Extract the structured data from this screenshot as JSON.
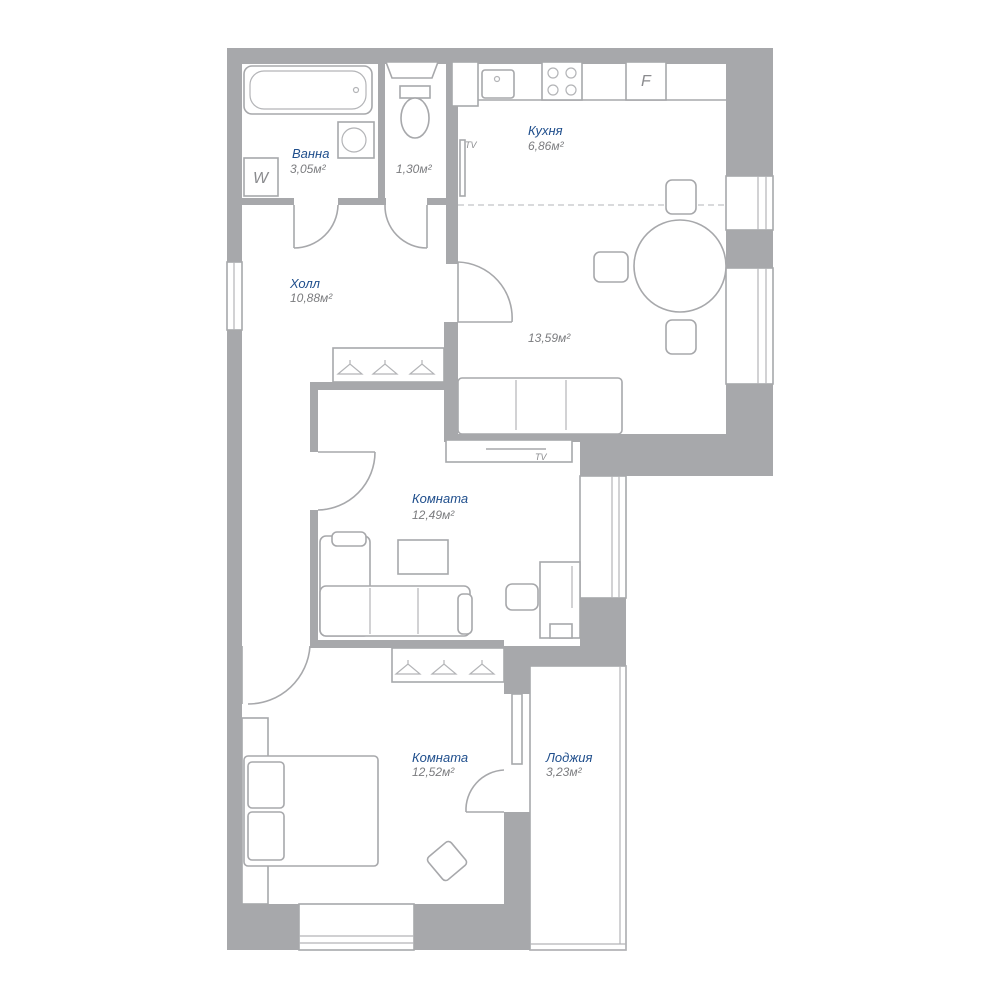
{
  "rooms": {
    "bath": {
      "name": "Ванна",
      "area": "3,05м²"
    },
    "wc": {
      "area": "1,30м²"
    },
    "kitchen": {
      "name": "Кухня",
      "area": "6,86м²"
    },
    "hall": {
      "name": "Холл",
      "area": "10,88м²"
    },
    "living": {
      "area": "13,59м²"
    },
    "room1": {
      "name": "Комната",
      "area": "12,49м²"
    },
    "room2": {
      "name": "Комната",
      "area": "12,52м²"
    },
    "loggia": {
      "name": "Лоджия",
      "area": "3,23м²"
    }
  },
  "labels": {
    "tv_kitchen": "TV",
    "tv_living": "TV",
    "washer": "W",
    "fridge": "F"
  },
  "colors": {
    "wall": "#a7a8ab",
    "room_name": "#1f4e8c",
    "room_area": "#7a7b7e"
  }
}
